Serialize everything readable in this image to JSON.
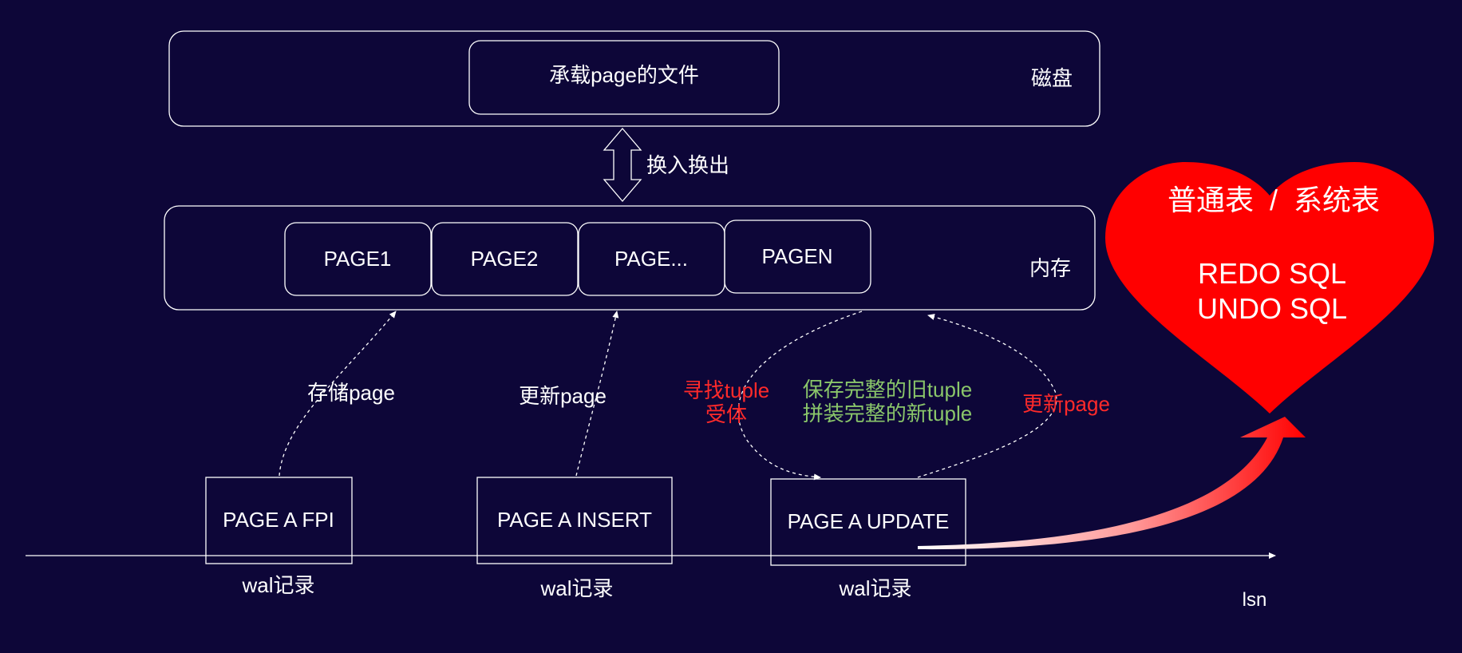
{
  "disk": {
    "label": "磁盘",
    "file_box": "承载page的文件"
  },
  "swap": {
    "label": "换入换出"
  },
  "memory": {
    "label": "内存",
    "pages": [
      "PAGE1",
      "PAGE2",
      "PAGE...",
      "PAGEN"
    ]
  },
  "wal_records": [
    {
      "title": "PAGE A FPI",
      "caption": "wal记录",
      "action": "存储page"
    },
    {
      "title": "PAGE A INSERT",
      "caption": "wal记录",
      "action": "更新page"
    },
    {
      "title": "PAGE A UPDATE",
      "caption": "wal记录"
    }
  ],
  "update_steps": {
    "find": "寻找tuple\n受体",
    "save": "保存完整的旧tuple\n拼装完整的新tuple",
    "update": "更新page"
  },
  "axis": {
    "label": "lsn"
  },
  "heart": {
    "line1": "普通表  /  系统表",
    "line2": "REDO SQL",
    "line3": "UNDO SQL"
  },
  "colors": {
    "background": "#0d0638",
    "stroke": "#ffffff",
    "red_text": "#ff2a2a",
    "green_text": "#8ac66a",
    "heart": "#ff0000"
  }
}
